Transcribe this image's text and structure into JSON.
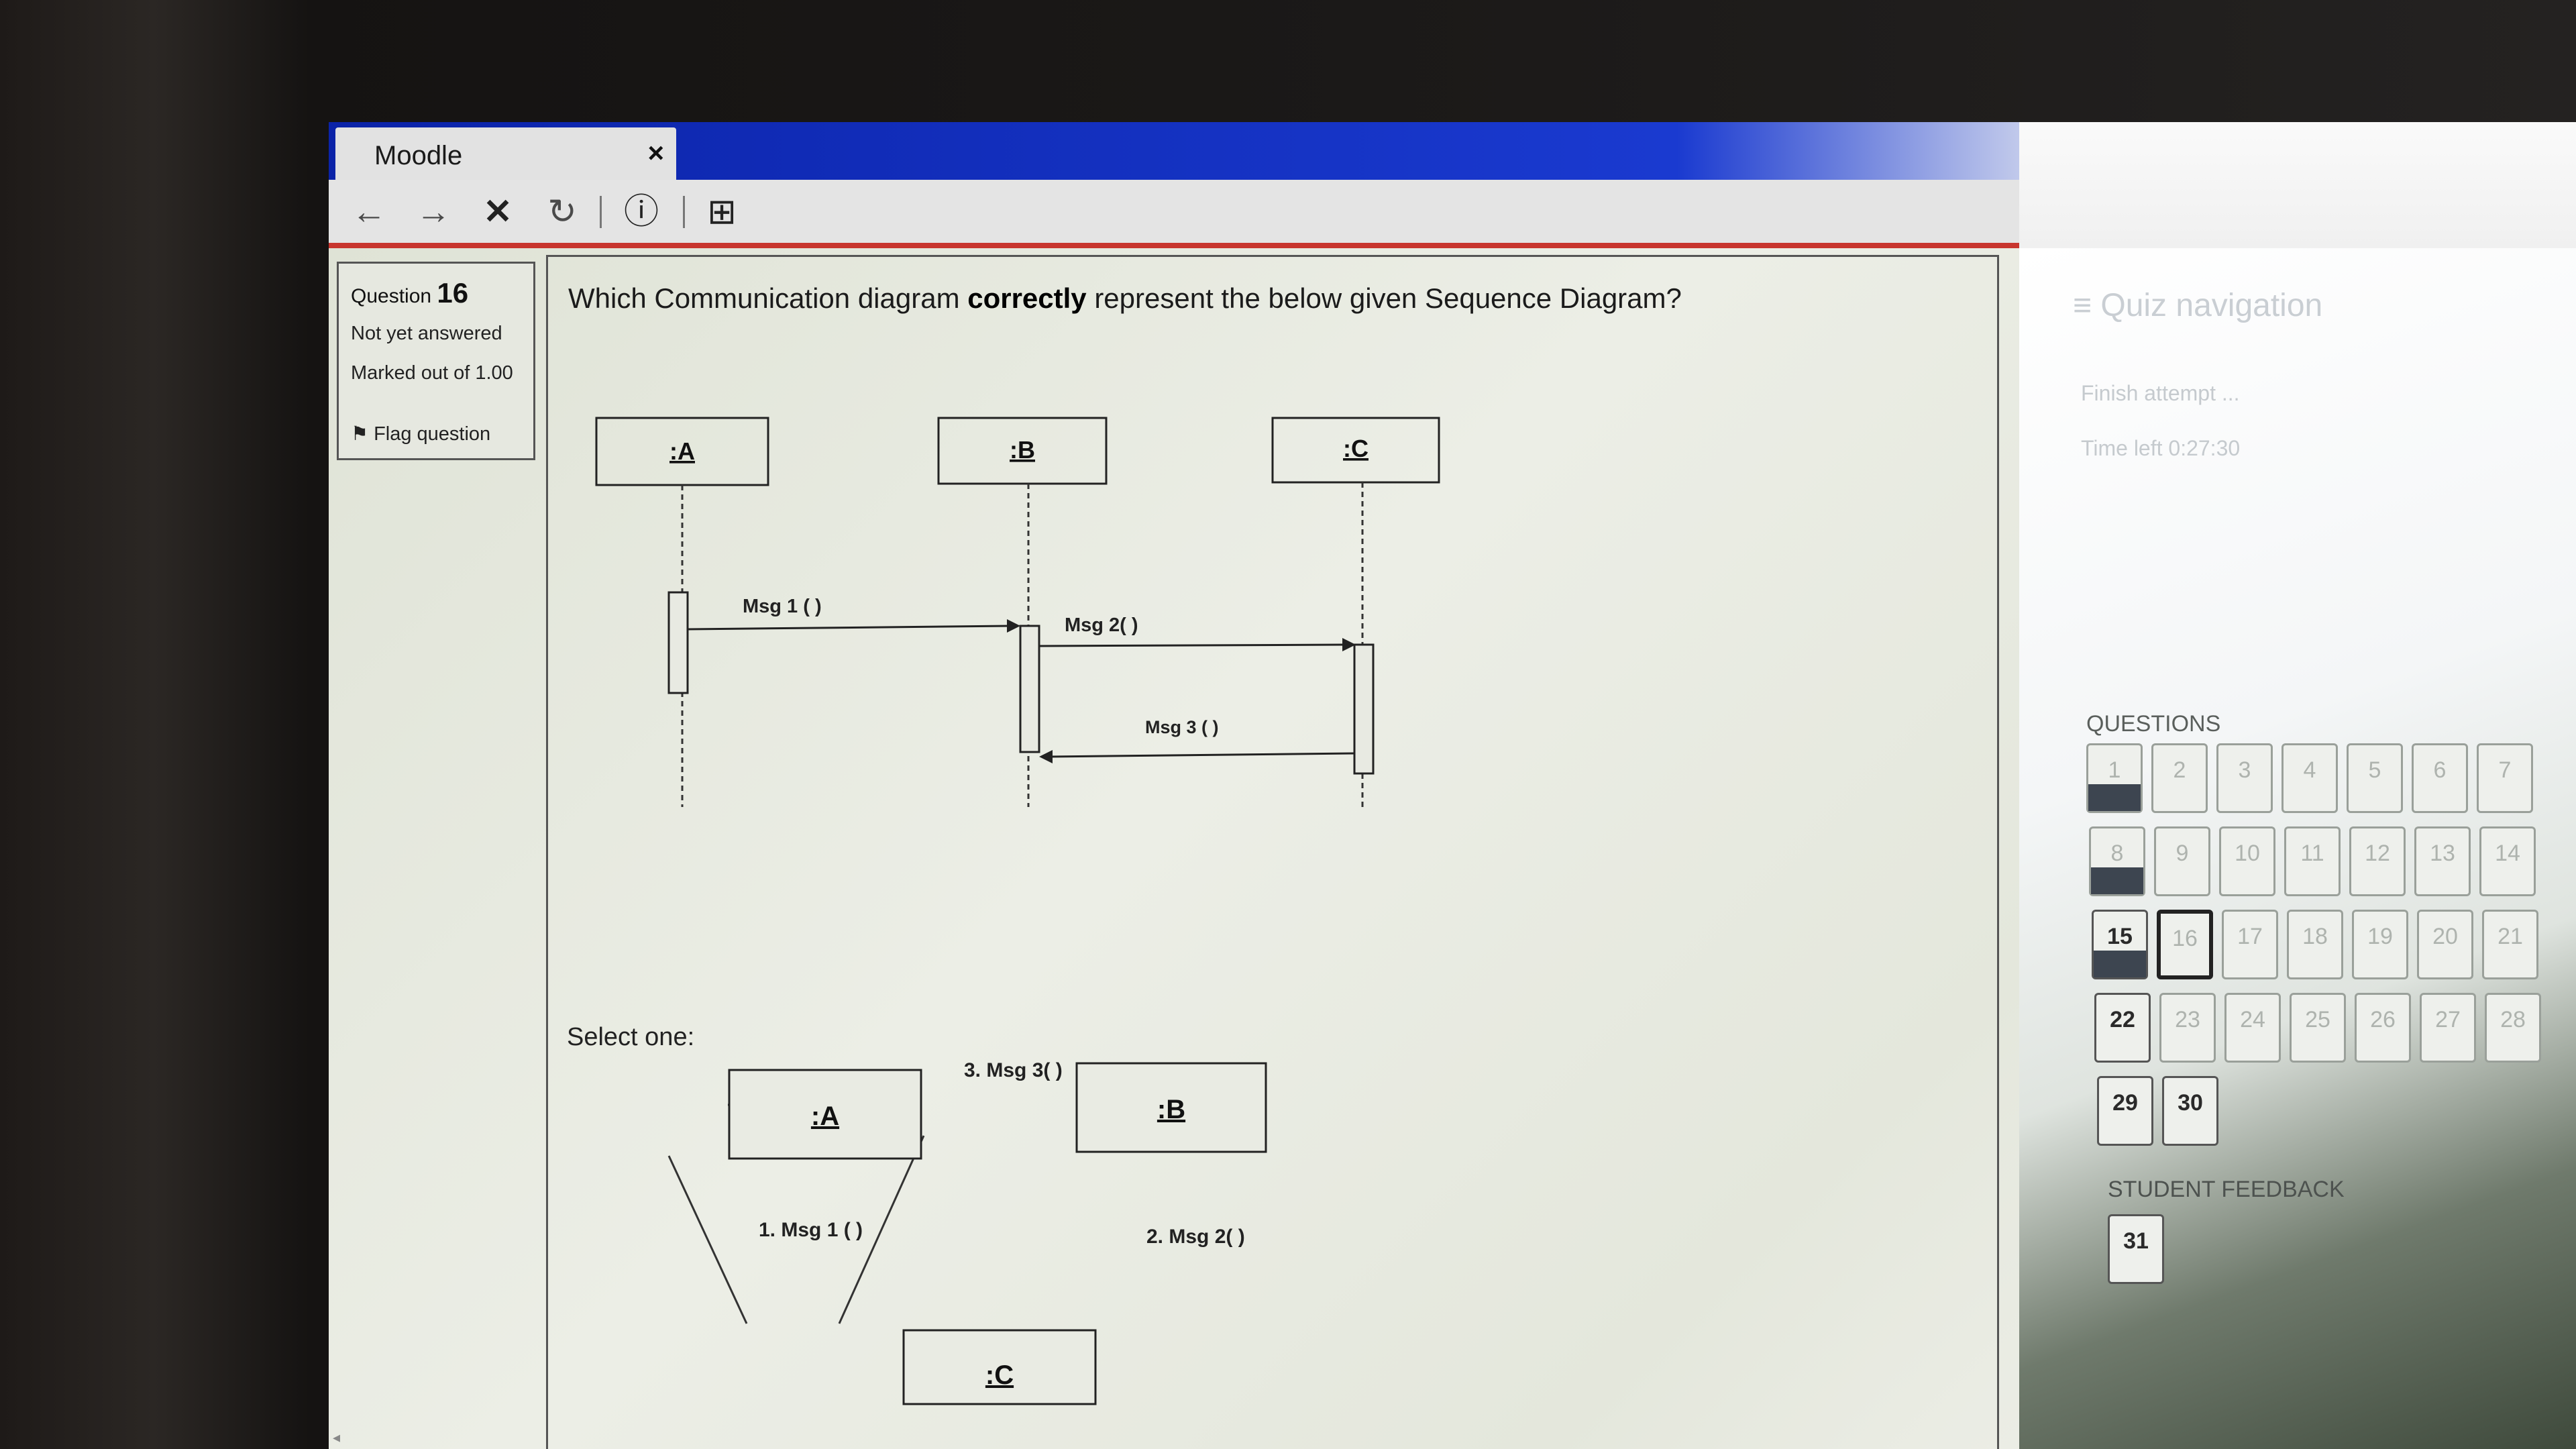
{
  "browser": {
    "tab_title": "Moodle",
    "tab_close": "×",
    "toolbar": {
      "back_icon": "←",
      "forward_icon": "→",
      "stop_icon": "✕",
      "reload_icon": "↻",
      "info_icon": "ⓘ",
      "page_icon": "⊞"
    }
  },
  "question_info": {
    "label": "Question",
    "number": "16",
    "status": "Not yet answered",
    "marked": "Marked out of 1.00",
    "flag": "Flag question"
  },
  "question": {
    "text_before": "Which Communication diagram ",
    "text_bold": "correctly",
    "text_after": " represent the below given Sequence Diagram?",
    "select_one": "Select one:"
  },
  "sequence_diagram": {
    "objects": [
      ":A",
      ":B",
      ":C"
    ],
    "messages": [
      "Msg 1 ( )",
      "Msg 2( )",
      "Msg 3 ( )"
    ]
  },
  "option_diagram": {
    "objects": [
      ":A",
      ":B",
      ":C"
    ],
    "links": [
      "3. Msg 3( )",
      "1. Msg 1 ( )",
      "2. Msg 2( )"
    ]
  },
  "quiz_nav": {
    "title": "Quiz navigation",
    "finish": "Finish attempt ...",
    "time_left": "Time left 0:27:30",
    "questions_label": "QUESTIONS",
    "questions": [
      "1",
      "2",
      "3",
      "4",
      "5",
      "6",
      "7",
      "8",
      "9",
      "10",
      "11",
      "12",
      "13",
      "14",
      "15",
      "16",
      "17",
      "18",
      "19",
      "20",
      "21",
      "22",
      "23",
      "24",
      "25",
      "26",
      "27",
      "28",
      "29",
      "30"
    ],
    "feedback_label": "STUDENT FEEDBACK",
    "feedback_items": [
      "31"
    ]
  }
}
